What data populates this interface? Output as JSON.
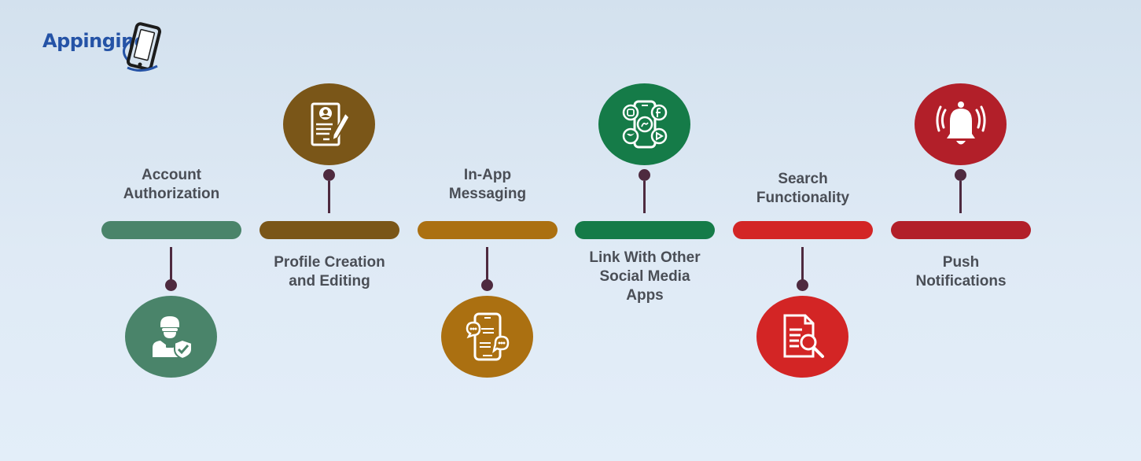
{
  "logo": {
    "text": "Appingine"
  },
  "colors": {
    "connector": "#4e2a3f",
    "account": "#4a846a",
    "profile": "#7a5618",
    "messaging": "#ab7011",
    "social": "#157b48",
    "search": "#d32525",
    "push": "#b21f29"
  },
  "steps": [
    {
      "label_lines": [
        "Account",
        "Authorization"
      ],
      "icon": "user-shield-icon"
    },
    {
      "label_lines": [
        "Profile Creation",
        "and Editing"
      ],
      "icon": "profile-edit-icon"
    },
    {
      "label_lines": [
        "In-App",
        "Messaging"
      ],
      "icon": "phone-chat-icon"
    },
    {
      "label_lines": [
        "Link With Other",
        "Social Media",
        "Apps"
      ],
      "icon": "social-media-icon"
    },
    {
      "label_lines": [
        "Search",
        "Functionality"
      ],
      "icon": "document-search-icon"
    },
    {
      "label_lines": [
        "Push",
        "Notifications"
      ],
      "icon": "bell-icon"
    }
  ]
}
